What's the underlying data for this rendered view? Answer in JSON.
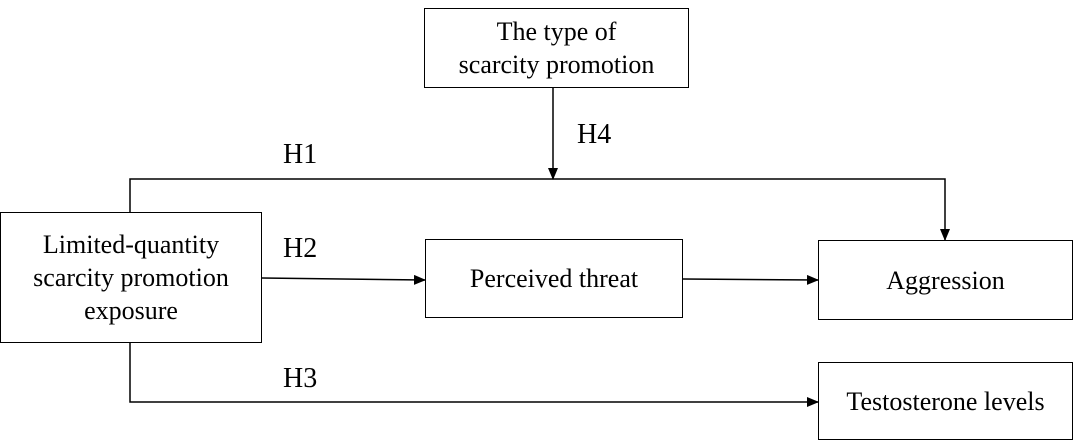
{
  "nodes": {
    "moderator": "The type of scarcity promotion",
    "exposure": "Limited-quantity scarcity promotion exposure",
    "threat": "Perceived threat",
    "aggression": "Aggression",
    "testosterone": "Testosterone levels"
  },
  "hypotheses": {
    "h1": "H1",
    "h2": "H2",
    "h3": "H3",
    "h4": "H4"
  },
  "colors": {
    "line": "#000000",
    "box_border": "#000000",
    "background": "#ffffff"
  }
}
